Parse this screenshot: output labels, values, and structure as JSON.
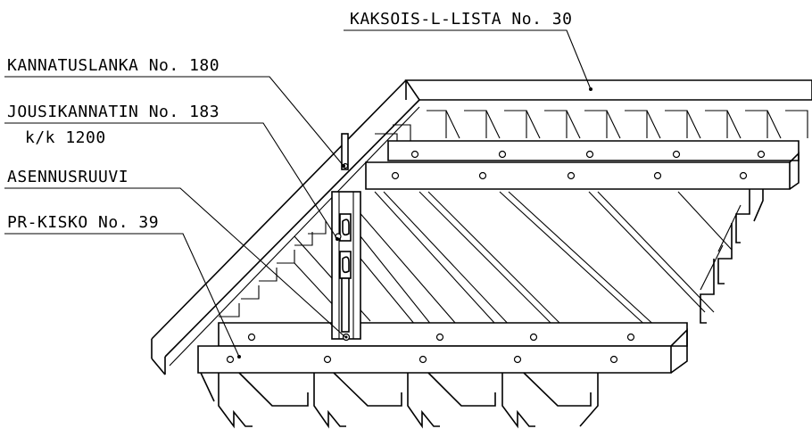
{
  "labels": {
    "double_l_strip": "KAKSOIS-L-LISTA No. 30",
    "support_wire": "KANNATUSLANKA No. 180",
    "spring_hanger": "JOUSIKANNATIN No. 183",
    "spacing": "k/k 1200",
    "mounting_screw": "ASENNUSRUUVI",
    "pr_rail": "PR-KISKO No. 39"
  }
}
